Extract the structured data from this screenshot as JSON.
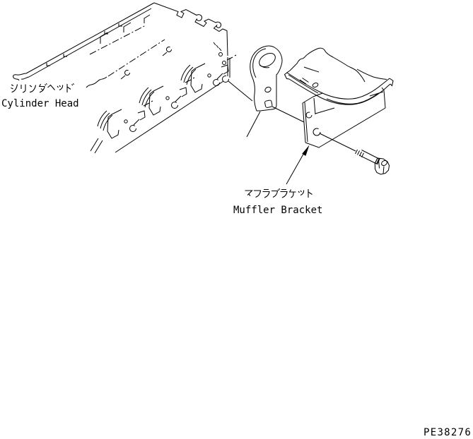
{
  "labels": {
    "cylinder_head_jp": "シリンダヘッド",
    "cylinder_head_en": "Cylinder Head",
    "muffler_bracket_jp": "マフラブラケット",
    "muffler_bracket_en": "Muffler Bracket"
  },
  "part_number": "PE38276",
  "colors": {
    "line": "#000000",
    "background": "#ffffff"
  }
}
